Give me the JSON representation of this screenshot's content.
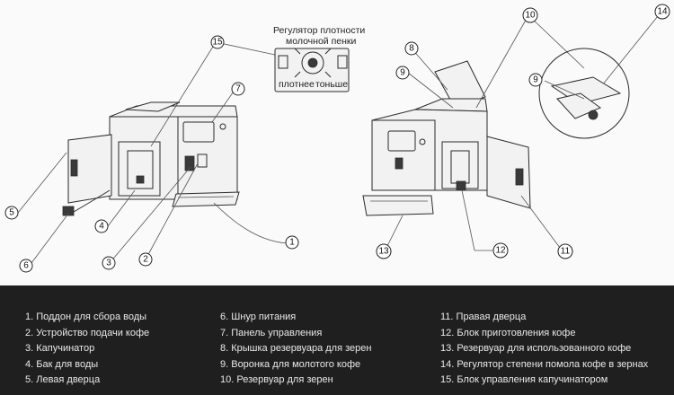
{
  "diagram": {
    "density_regulator": {
      "title_line1": "Регулятор плотности",
      "title_line2": "молочной пенки",
      "dense_label": "плотнее",
      "thin_label": "тоньше"
    },
    "callouts": [
      "1",
      "2",
      "3",
      "4",
      "5",
      "6",
      "7",
      "8",
      "9",
      "10",
      "11",
      "12",
      "13",
      "14",
      "15",
      "9"
    ]
  },
  "legend": {
    "columns": [
      [
        "1. Поддон для сбора воды",
        "2. Устройство подачи кофе",
        "3. Капучинатор",
        "4. Бак для воды",
        "5. Левая дверца"
      ],
      [
        "6. Шнур питания",
        "7. Панель управления",
        "8. Крышка резервуара для зерен",
        "9. Воронка для молотого кофе",
        "10. Резервуар для зерен"
      ],
      [
        "11. Правая дверца",
        "12. Блок приготовления кофе",
        "13. Резервуар для использованного кофе",
        "14. Регулятор степени помола кофе в зернах",
        "15. Блок управления капучинатором"
      ]
    ]
  }
}
